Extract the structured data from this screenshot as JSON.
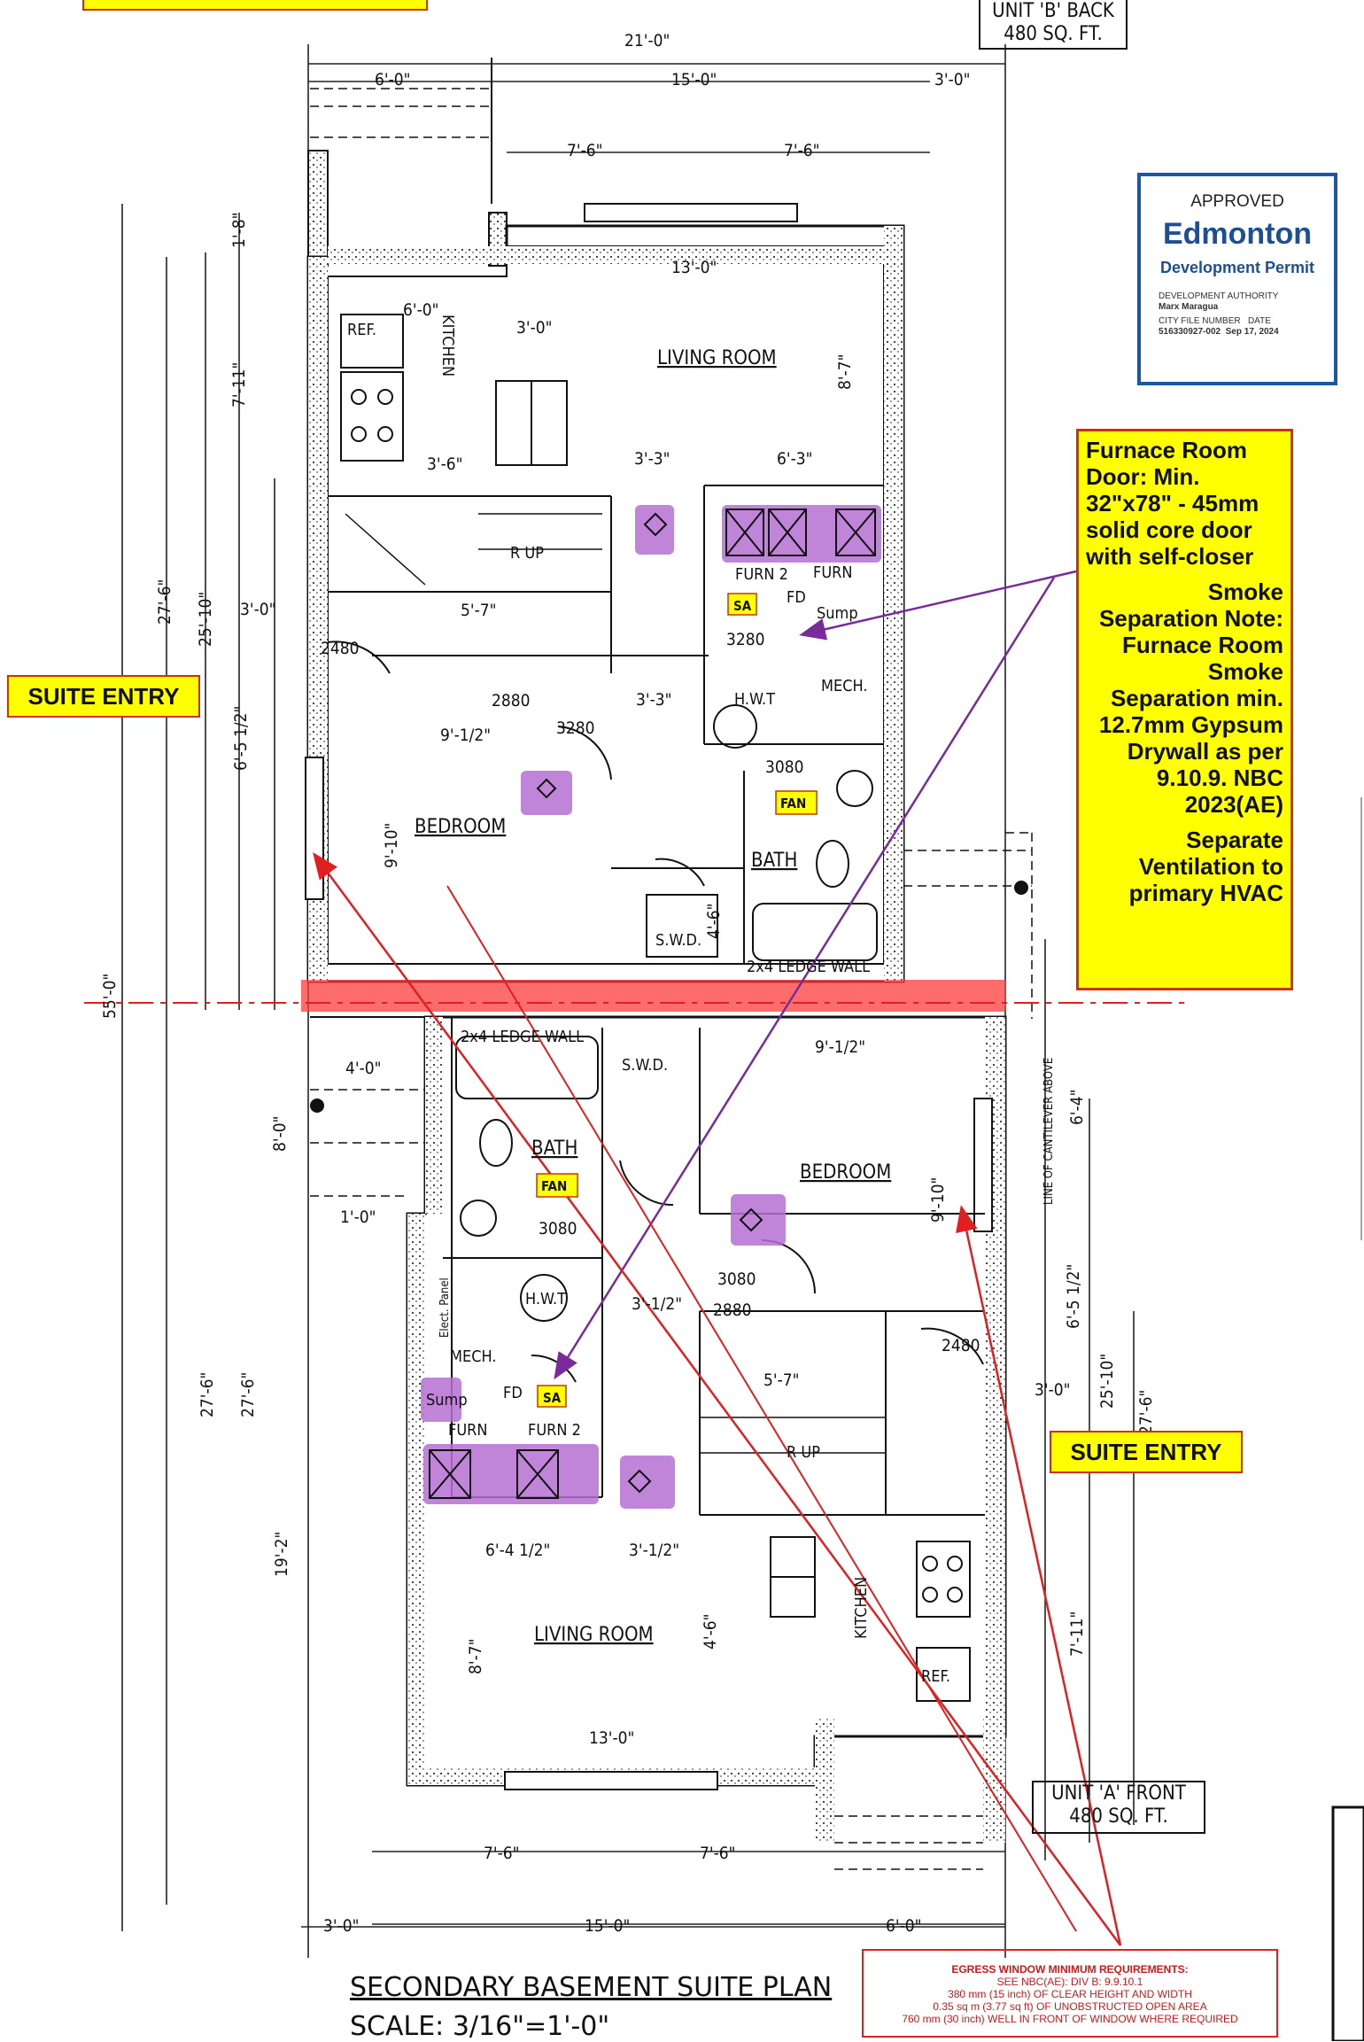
{
  "plan": {
    "title": "SECONDARY BASEMENT SUITE PLAN",
    "scale": "SCALE: 3/16\"=1'-0\"",
    "unit_b": {
      "line1": "UNIT 'B' BACK",
      "line2": "480 SQ. FT."
    },
    "unit_a": {
      "line1": "UNIT 'A' FRONT",
      "line2": "480 SQ. FT."
    }
  },
  "permit": {
    "approved": "APPROVED",
    "city": "Edmonton",
    "subtitle": "Development Permit",
    "authority_label": "DEVELOPMENT AUTHORITY",
    "authority_name": "Marx Maragua",
    "file_label": "CITY FILE NUMBER",
    "file_number": "516330927-002",
    "date_label": "DATE",
    "date": "Sep 17, 2024"
  },
  "notes": {
    "furnace_door": "Furnace Room Door: Min. 32\"x78\" - 45mm solid core door with self-closer",
    "smoke_separation": "Smoke Separation Note: Furnace Room Smoke Separation min. 12.7mm Gypsum Drywall as per 9.10.9. NBC 2023(AE)",
    "ventilation": "Separate Ventilation to primary HVAC"
  },
  "tags": {
    "suite_entry_left": "SUITE ENTRY",
    "suite_entry_right": "SUITE ENTRY"
  },
  "egress": {
    "line1": "EGRESS WINDOW MINIMUM REQUIREMENTS:",
    "line2": "SEE NBC(AE): DIV B: 9.9.10.1",
    "line3": "380 mm (15 inch) OF CLEAR HEIGHT AND WIDTH",
    "line4": "0.35 sq m (3.77 sq ft) OF UNOBSTRUCTED OPEN AREA",
    "line5": "760 mm (30 inch) WELL IN FRONT OF WINDOW WHERE REQUIRED"
  },
  "rooms": {
    "living_room": "LIVING ROOM",
    "bedroom": "BEDROOM",
    "kitchen": "KITCHEN",
    "bath": "BATH",
    "mech": "MECH.",
    "ref": "REF.",
    "swd": "S.W.D.",
    "hwt": "H.W.T",
    "up": "R UP",
    "furn2": "FURN 2",
    "furn": "FURN",
    "sa": "SA",
    "fan": "FAN",
    "fd": "FD",
    "sump": "Sump",
    "ledge": "2x4 LEDGE WALL",
    "cantilever": "LINE OF CANTILEVER ABOVE",
    "elect": "Elect. Panel"
  },
  "dims": {
    "d21": "21'-0\"",
    "d15": "15'-0\"",
    "d3": "3'-0\"",
    "d6": "6'-0\"",
    "d76": "7'-6\"",
    "d13": "13'-0\"",
    "d711": "7'-11\"",
    "d18": "1'-8\"",
    "d276": "27'-6\"",
    "d2510": "25'-10\"",
    "d55": "55'-0\"",
    "d6512": "6'-5 1/2\"",
    "d910": "9'-10\"",
    "d912": "9'-1/2\"",
    "d57": "5'-7\"",
    "d33": "3'-3\"",
    "d63": "6'-3\"",
    "d87": "8'-7\"",
    "d46": "4'-6\"",
    "d36": "3'-6\"",
    "d40": "4'-0\"",
    "d80": "8'-0\"",
    "d10": "1'-0\"",
    "d192": "19'-2\"",
    "d6412": "6'-4 1/2\"",
    "d312": "3'-1/2\"",
    "d64": "6'-4\"",
    "d3080": "3080",
    "d2880": "2880",
    "d2480": "2480",
    "d3280": "3280"
  },
  "colors": {
    "note_fill": "#ffff00",
    "note_border": "#cc3300",
    "separation": "#ff3b3b",
    "appliance": "#b56fd1",
    "arrow_red": "#e02020",
    "arrow_purple": "#7a2a9a"
  }
}
